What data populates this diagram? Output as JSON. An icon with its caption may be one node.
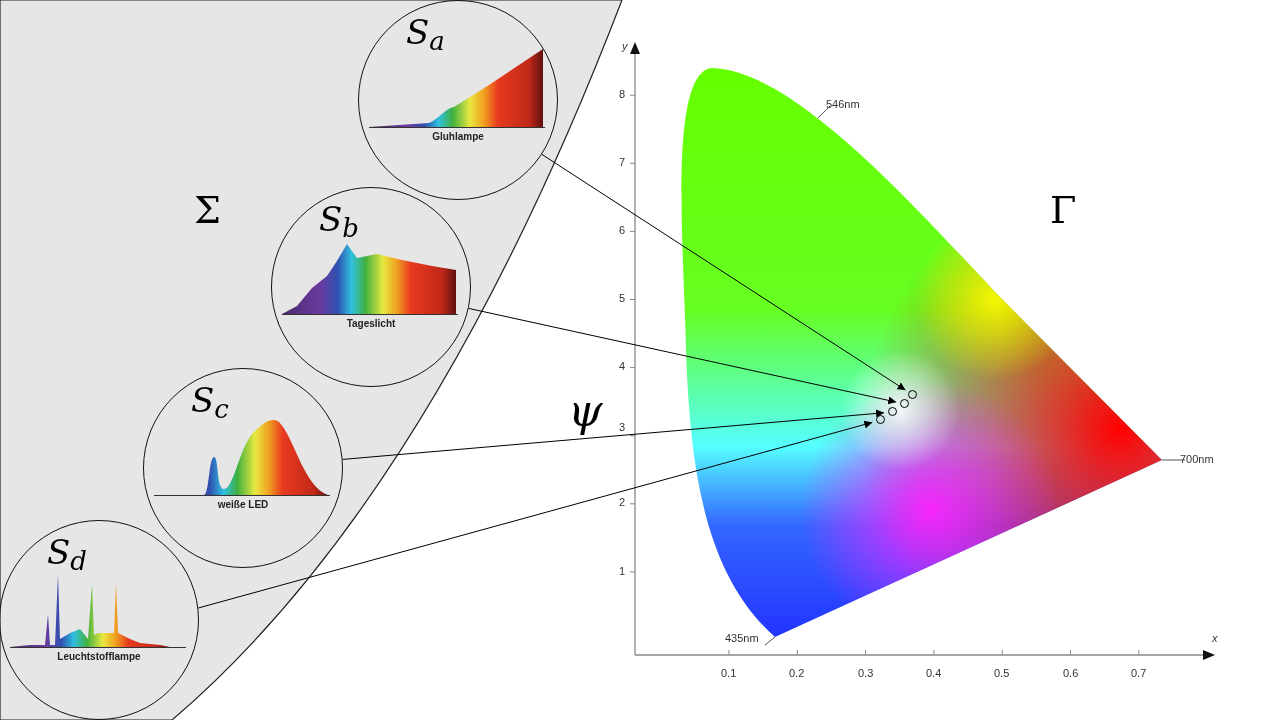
{
  "diagram": {
    "nodes": [
      {
        "text": [
          "S$_{a}$",
          "Gluhlampe"
        ]
      },
      {
        "text": [
          "S$_{b}$",
          "Tageslicht"
        ]
      },
      {
        "text": [
          "S$_{c}$",
          "weiße LED"
        ]
      },
      {
        "text": [
          "S$_{d}$",
          "Leuchtstofflampe"
        ]
      },
      {
        "text": [],
        "shape": "circle"
      },
      {
        "text": [],
        "shape": "circle"
      },
      {
        "text": [],
        "shape": "circle"
      },
      {
        "text": [],
        "shape": "circle"
      }
    ],
    "edges": [
      {
        "from": 0,
        "to": 7,
        "arrow": "to"
      },
      {
        "from": 1,
        "to": 6,
        "arrow": "to"
      },
      {
        "from": 2,
        "to": 5,
        "arrow": "to"
      },
      {
        "from": 3,
        "to": 4,
        "arrow": "to"
      }
    ],
    "labels": [
      "Σ",
      "y",
      "8",
      "546nm",
      "7",
      "Γ",
      "6",
      "5",
      "4",
      "ψ",
      "3",
      "700nm",
      "2",
      "1",
      "435nm",
      "x",
      "0.1",
      "0.2",
      "0.3",
      "0.4",
      "0.5",
      "0.6",
      "0.7"
    ]
  }
}
